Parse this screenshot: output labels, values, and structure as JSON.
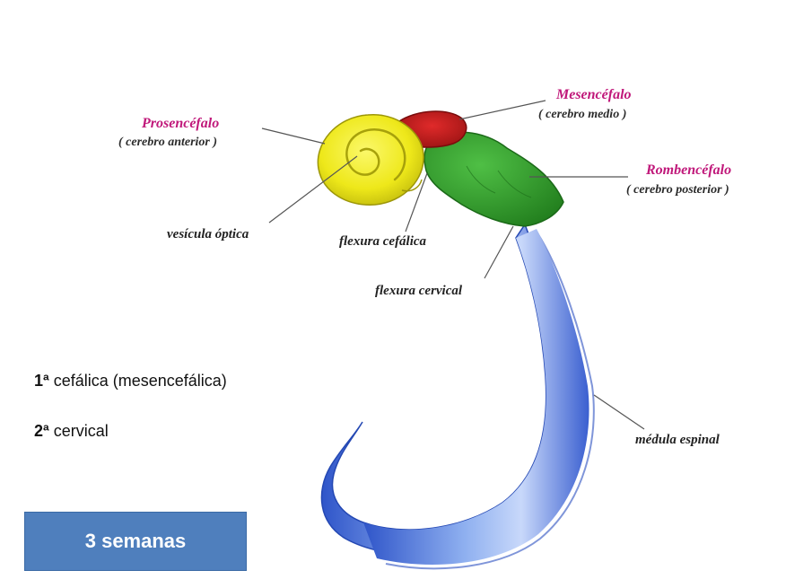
{
  "labels": {
    "prosencefalo": {
      "name": "Prosencéfalo",
      "sub": "( cerebro anterior )"
    },
    "mesencefalo": {
      "name": "Mesencéfalo",
      "sub": "( cerebro medio )"
    },
    "rombencefalo": {
      "name": "Rombencéfalo",
      "sub": "( cerebro posterior )"
    },
    "vesicula_optica": "vesícula óptica",
    "flexura_cefalica": "flexura cefálica",
    "flexura_cervical": "flexura cervical",
    "medula_espinal": "médula espinal"
  },
  "legend": [
    {
      "num": "1ª",
      "text": " cefálica (mesencefálica)"
    },
    {
      "num": "2ª",
      "text": " cervical"
    }
  ],
  "badge": "3 semanas",
  "colors": {
    "prosencefalo": "#f2ee1c",
    "mesencefalo": "#c41a1a",
    "rombencefalo": "#2f9a2a",
    "medula": "#3d63d6",
    "badge": "#4f7fbd"
  }
}
